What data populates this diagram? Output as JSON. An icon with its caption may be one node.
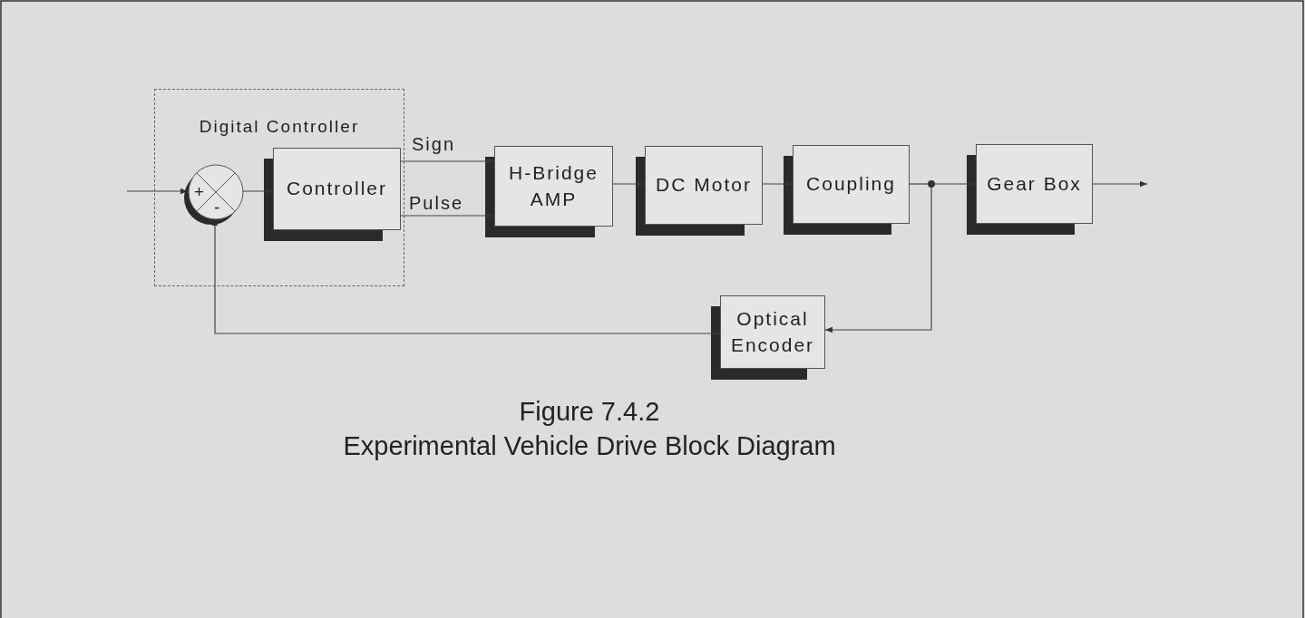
{
  "diagram": {
    "title": "Experimental Vehicle Drive Block Diagram",
    "caption": "Figure 7.4.2",
    "nodes": [
      {
        "text": [
          "Digital Controller"
        ]
      },
      {
        "text": [
          "+",
          "-"
        ],
        "in": 0
      },
      {
        "text": [
          "Controller"
        ],
        "in": 0
      },
      {
        "text": [
          "H-Bridge AMP"
        ]
      },
      {
        "text": [
          "DC Motor"
        ]
      },
      {
        "text": [
          "Coupling"
        ]
      },
      {
        "text": [],
        "shape": "circle"
      },
      {
        "text": [
          "Gear Box"
        ]
      },
      {
        "text": [
          "Optical Encoder"
        ]
      }
    ],
    "edges": [
      {
        "from": null,
        "to": 1,
        "arrow": "to"
      },
      {
        "from": 1,
        "to": 2,
        "arrow": "to"
      },
      {
        "from": 2,
        "to": 3,
        "arrow": "to",
        "label": "Sign"
      },
      {
        "from": 2,
        "to": 3,
        "arrow": "to",
        "label": "Pulse"
      },
      {
        "from": 3,
        "to": 4,
        "arrow": "to"
      },
      {
        "from": 4,
        "to": 5,
        "arrow": "to"
      },
      {
        "from": 5,
        "to": 6,
        "arrow": "none"
      },
      {
        "from": 6,
        "to": 7,
        "arrow": "to"
      },
      {
        "from": 7,
        "to": null,
        "arrow": "to"
      },
      {
        "from": 6,
        "to": 8,
        "arrow": "to"
      },
      {
        "from": 8,
        "to": 1,
        "arrow": "to"
      }
    ]
  }
}
